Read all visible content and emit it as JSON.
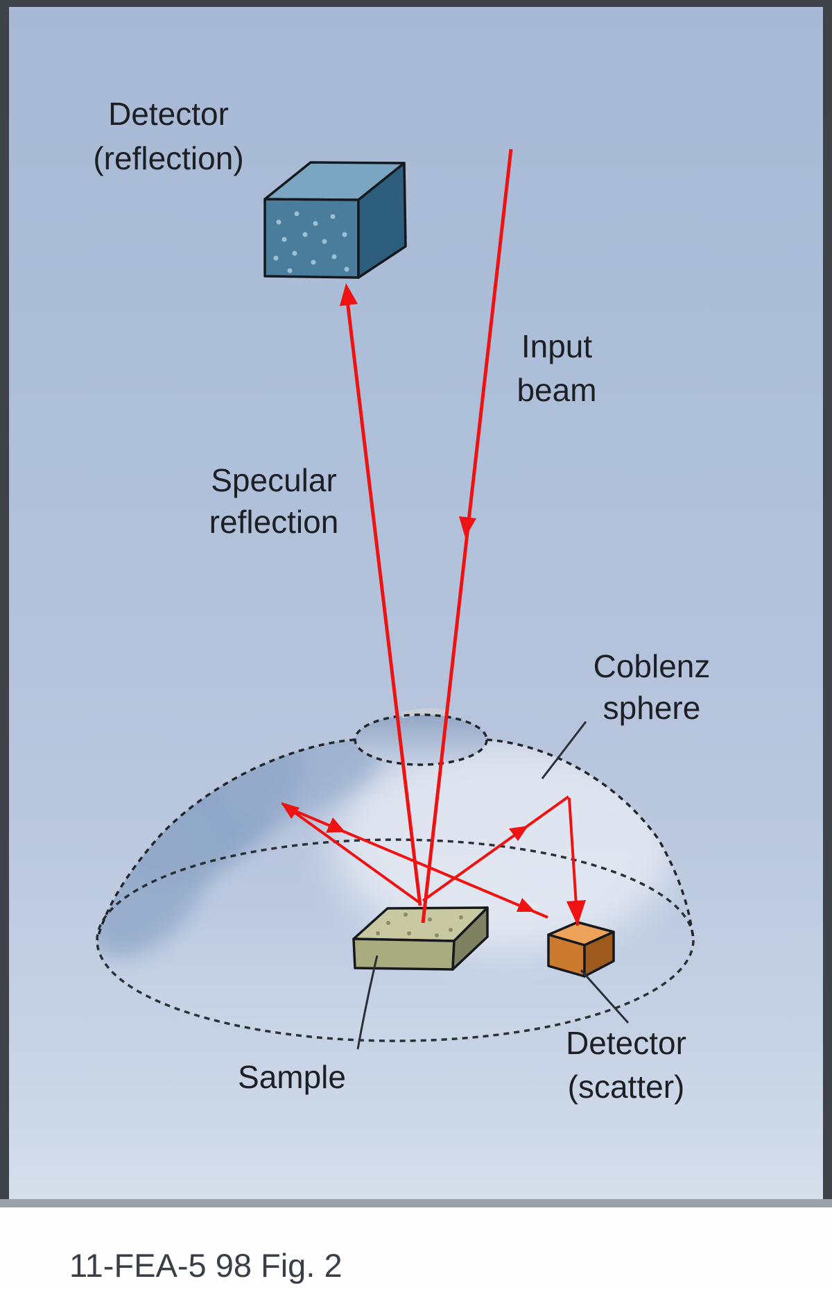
{
  "figure": {
    "labels": {
      "detector_reflection": {
        "line1": "Detector",
        "line2": "(reflection)"
      },
      "input_beam": {
        "line1": "Input",
        "line2": "beam"
      },
      "specular_reflection": {
        "line1": "Specular",
        "line2": "reflection"
      },
      "coblenz_sphere": {
        "line1": "Coblenz",
        "line2": "sphere"
      },
      "sample": {
        "label": "Sample"
      },
      "detector_scatter": {
        "line1": "Detector",
        "line2": "(scatter)"
      }
    },
    "caption": "11-FEA-5 98 Fig. 2",
    "colors": {
      "beam_red": "#ee1312",
      "background_top": "#a7b9d5",
      "background_mid": "#b7c5dd",
      "background_bottom": "#d6dfeb",
      "border_dark": "#3e434a",
      "border_bottom_gray": "#98a0aa",
      "blue_cube_top": "#7aa6c2",
      "blue_cube_front": "#4a7d9b",
      "blue_cube_side": "#2e5e7e",
      "sample_top": "#c8c9a0",
      "sample_front": "#a9ac7e",
      "sample_side": "#7e8260",
      "scatter_cube_top": "#eda45a",
      "scatter_cube_front": "#cb7a2e",
      "scatter_cube_side": "#9e5a1d",
      "dome_shadow": "#8ba4c7",
      "outline": "#23272c",
      "text": "#1c1f24",
      "caption_text": "#3a3f46",
      "page_white": "#fefefe"
    }
  }
}
